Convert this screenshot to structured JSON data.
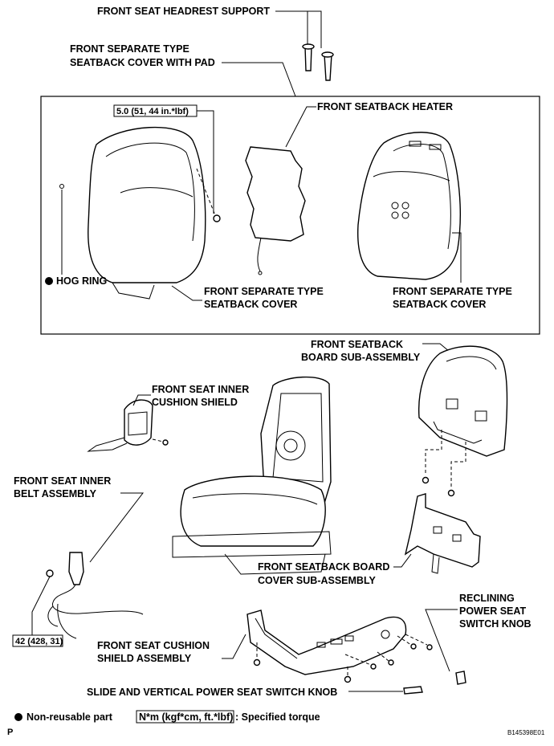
{
  "labels": {
    "headrest_support": "FRONT SEAT HEADREST SUPPORT",
    "cover_with_pad_1": "FRONT SEPARATE TYPE",
    "cover_with_pad_2": "SEATBACK COVER WITH PAD",
    "torque_small": "5.0 (51, 44 in.*lbf)",
    "seatback_heater": "FRONT SEATBACK HEATER",
    "hog_ring": "HOG RING",
    "cover_left_1": "FRONT SEPARATE TYPE",
    "cover_left_2": "SEATBACK COVER",
    "cover_right_1": "FRONT SEPARATE TYPE",
    "cover_right_2": "SEATBACK COVER",
    "board_sub_1": "FRONT SEATBACK",
    "board_sub_2": "BOARD SUB-ASSEMBLY",
    "inner_shield_1": "FRONT SEAT INNER",
    "inner_shield_2": "CUSHION SHIELD",
    "inner_belt_1": "FRONT SEAT INNER",
    "inner_belt_2": "BELT ASSEMBLY",
    "board_cover_1": "FRONT SEATBACK BOARD",
    "board_cover_2": "COVER SUB-ASSEMBLY",
    "reclining_1": "RECLINING",
    "reclining_2": "POWER SEAT",
    "reclining_3": "SWITCH KNOB",
    "torque_large": "42 (428, 31)",
    "cushion_shield_1": "FRONT SEAT CUSHION",
    "cushion_shield_2": "SHIELD ASSEMBLY",
    "slide_knob": "SLIDE AND VERTICAL POWER SEAT SWITCH KNOB"
  },
  "legend": {
    "non_reusable": "Non-reusable part",
    "torque_unit": "N*m (kgf*cm, ft.*lbf)",
    "torque_desc": ": Specified torque"
  },
  "footer": {
    "left": "P",
    "code": "B145398E01"
  },
  "colors": {
    "ink": "#000000",
    "paper": "#ffffff"
  }
}
